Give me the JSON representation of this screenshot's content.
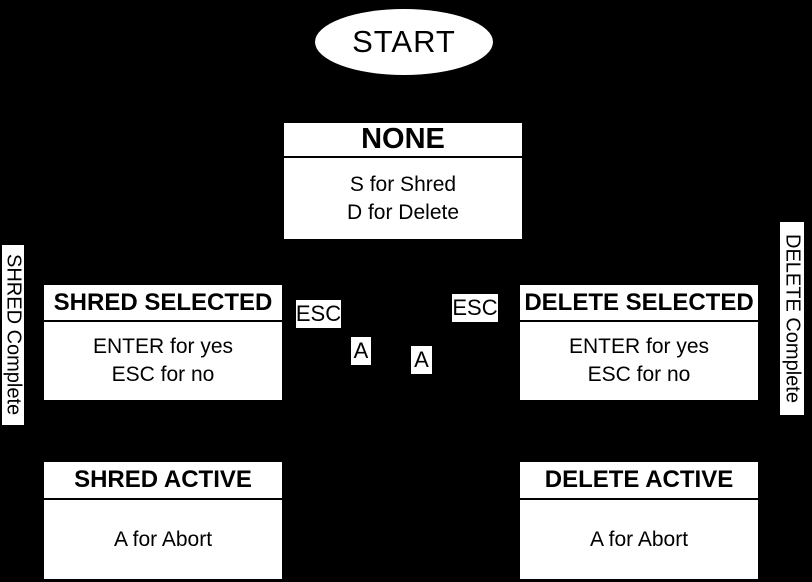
{
  "colors": {
    "background": "#000000",
    "node_fill": "#ffffff",
    "node_text": "#000000"
  },
  "nodes": {
    "start": {
      "label": "START"
    },
    "none": {
      "title": "NONE",
      "lines": [
        "S for Shred",
        "D for Delete"
      ]
    },
    "shred_selected": {
      "title": "SHRED SELECTED",
      "lines": [
        "ENTER for yes",
        "ESC for no"
      ]
    },
    "delete_selected": {
      "title": "DELETE SELECTED",
      "lines": [
        "ENTER for yes",
        "ESC for no"
      ]
    },
    "shred_active": {
      "title": "SHRED ACTIVE",
      "lines": [
        "A for Abort"
      ]
    },
    "delete_active": {
      "title": "DELETE ACTIVE",
      "lines": [
        "A for Abort"
      ]
    }
  },
  "edge_labels": {
    "esc_left": "ESC",
    "esc_right": "ESC",
    "abort_left": "A",
    "abort_right": "A",
    "shred_complete": "SHRED Complete",
    "delete_complete": "DELETE Complete"
  }
}
